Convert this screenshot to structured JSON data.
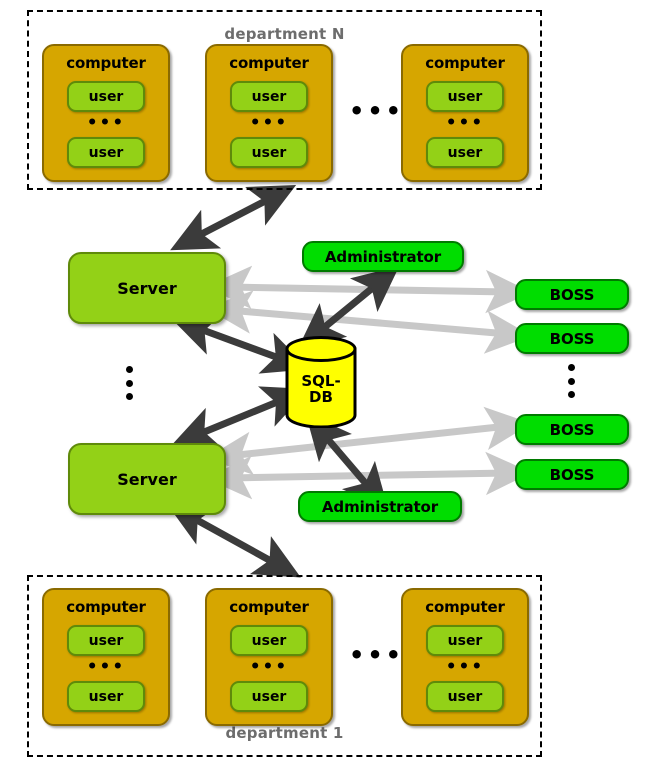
{
  "diagram": {
    "title": "Enterprise client-server architecture diagram",
    "colors": {
      "computer_fill": "#d6a600",
      "computer_border": "#8a6a00",
      "user_fill": "#93d117",
      "user_border": "#5f8a0a",
      "server_fill": "#93d117",
      "server_border": "#5f8a0a",
      "pill_fill": "#00dd00",
      "pill_border": "#007a00",
      "db_fill": "#ffff00",
      "db_border": "#000000",
      "dark_arrow": "#3b3b3b",
      "light_arrow": "#c8c8c8",
      "dept_label": "#6d6d6d",
      "dashed_border": "#000000"
    },
    "ellipsis_horizontal": "•••",
    "ellipsis_users": "•••"
  },
  "departments": [
    {
      "id": "department-n",
      "label": "department N",
      "label_position": "top",
      "computers": [
        {
          "label": "computer",
          "users": [
            "user",
            "user"
          ],
          "ellipsis": "•••"
        },
        {
          "label": "computer",
          "users": [
            "user",
            "user"
          ],
          "ellipsis": "•••"
        },
        {
          "label": "computer",
          "users": [
            "user",
            "user"
          ],
          "ellipsis": "•••"
        }
      ]
    },
    {
      "id": "department-1",
      "label": "department 1",
      "label_position": "bottom",
      "computers": [
        {
          "label": "computer",
          "users": [
            "user",
            "user"
          ],
          "ellipsis": "•••"
        },
        {
          "label": "computer",
          "users": [
            "user",
            "user"
          ],
          "ellipsis": "•••"
        },
        {
          "label": "computer",
          "users": [
            "user",
            "user"
          ],
          "ellipsis": "•••"
        }
      ]
    }
  ],
  "servers": [
    {
      "id": "server-top",
      "label": "Server"
    },
    {
      "id": "server-bottom",
      "label": "Server"
    }
  ],
  "administrators": [
    {
      "id": "administrator-top",
      "label": "Administrator"
    },
    {
      "id": "administrator-bottom",
      "label": "Administrator"
    }
  ],
  "bosses": [
    {
      "id": "boss-1",
      "label": "BOSS"
    },
    {
      "id": "boss-2",
      "label": "BOSS"
    },
    {
      "id": "boss-3",
      "label": "BOSS"
    },
    {
      "id": "boss-4",
      "label": "BOSS"
    }
  ],
  "database": {
    "id": "sql-db",
    "line1": "SQL-",
    "line2": "DB"
  },
  "connections": [
    {
      "from": "server-top",
      "to": "department-n",
      "style": "dark",
      "heads": "both"
    },
    {
      "from": "server-top",
      "to": "sql-db",
      "style": "dark",
      "heads": "both"
    },
    {
      "from": "server-bottom",
      "to": "sql-db",
      "style": "dark",
      "heads": "both"
    },
    {
      "from": "server-bottom",
      "to": "department-1",
      "style": "dark",
      "heads": "both"
    },
    {
      "from": "sql-db",
      "to": "administrator-top",
      "style": "dark",
      "heads": "both"
    },
    {
      "from": "sql-db",
      "to": "administrator-bottom",
      "style": "dark",
      "heads": "both"
    },
    {
      "from": "server-top",
      "to": "boss-1",
      "style": "light",
      "heads": "both"
    },
    {
      "from": "server-top",
      "to": "boss-2",
      "style": "light",
      "heads": "both"
    },
    {
      "from": "server-bottom",
      "to": "boss-3",
      "style": "light",
      "heads": "both"
    },
    {
      "from": "server-bottom",
      "to": "boss-4",
      "style": "light",
      "heads": "both"
    }
  ]
}
